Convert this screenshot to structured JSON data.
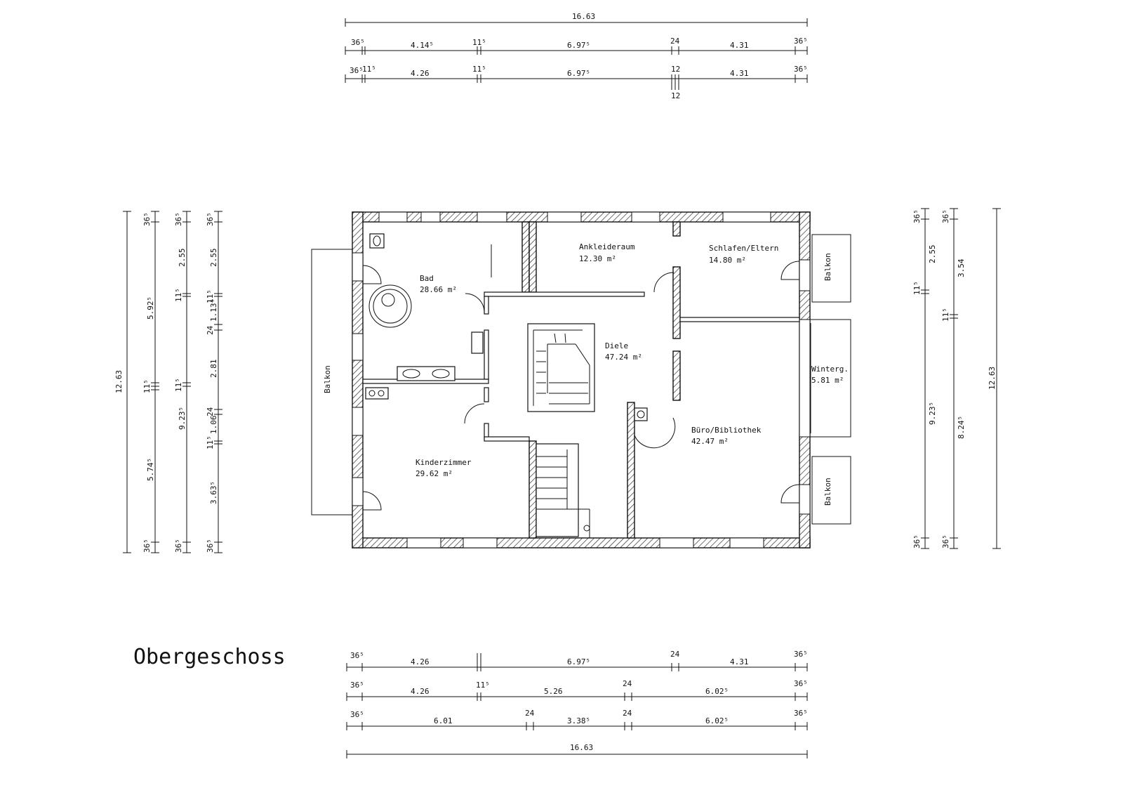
{
  "title": "Obergeschoss",
  "rooms": [
    {
      "name": "Bad",
      "area": "28.66 m²"
    },
    {
      "name": "Ankleideraum",
      "area": "12.30 m²"
    },
    {
      "name": "Schlafen/Eltern",
      "area": "14.80 m²"
    },
    {
      "name": "Diele",
      "area": "47.24 m²"
    },
    {
      "name": "Winterg.",
      "area": "5.81 m²"
    },
    {
      "name": "Kinderzimmer",
      "area": "29.62 m²"
    },
    {
      "name": "Büro/Bibliothek",
      "area": "42.47 m²"
    }
  ],
  "balconies": [
    "Balkon",
    "Balkon",
    "Balkon"
  ],
  "top_dims": {
    "overall": "16.63",
    "row1": [
      "36⁵",
      "4.14⁵",
      "11⁵",
      "6.97⁵",
      "24",
      "4.31",
      "36⁵"
    ],
    "row2": [
      "36⁵",
      "11⁵",
      "4.26",
      "11⁵",
      "6.97⁵",
      "12",
      "4.31",
      "36⁵"
    ],
    "row2_below": "12"
  },
  "bottom_dims": {
    "row1": [
      "36⁵",
      "4.26",
      "6.97⁵",
      "24",
      "4.31",
      "36⁵"
    ],
    "row2": [
      "36⁵",
      "4.26",
      "11⁵",
      "5.26",
      "24",
      "6.02⁵",
      "36⁵"
    ],
    "row3": [
      "36⁵",
      "6.01",
      "24",
      "3.38⁵",
      "24",
      "6.02⁵",
      "36⁵"
    ],
    "overall": "16.63"
  },
  "left_dims": {
    "overall": "12.63",
    "col1": [
      "36⁵",
      "5.92⁵",
      "11⁵",
      "5.74⁵",
      "36⁵"
    ],
    "col2": [
      "36⁵",
      "2.55",
      "11⁵",
      "11⁵",
      "9.23⁵",
      "36⁵"
    ],
    "col3": [
      "36⁵",
      "2.55",
      "11⁵",
      "1.13⁵",
      "24",
      "2.81",
      "24",
      "1.06",
      "11⁵",
      "3.63⁵",
      "36⁵"
    ]
  },
  "right_dims": {
    "col1": [
      "36⁵",
      "2.55",
      "11⁵",
      "9.23⁵",
      "36⁵"
    ],
    "col2": [
      "36⁵",
      "3.54",
      "11⁵",
      "8.24⁵",
      "36⁵"
    ],
    "overall": "12.63"
  }
}
